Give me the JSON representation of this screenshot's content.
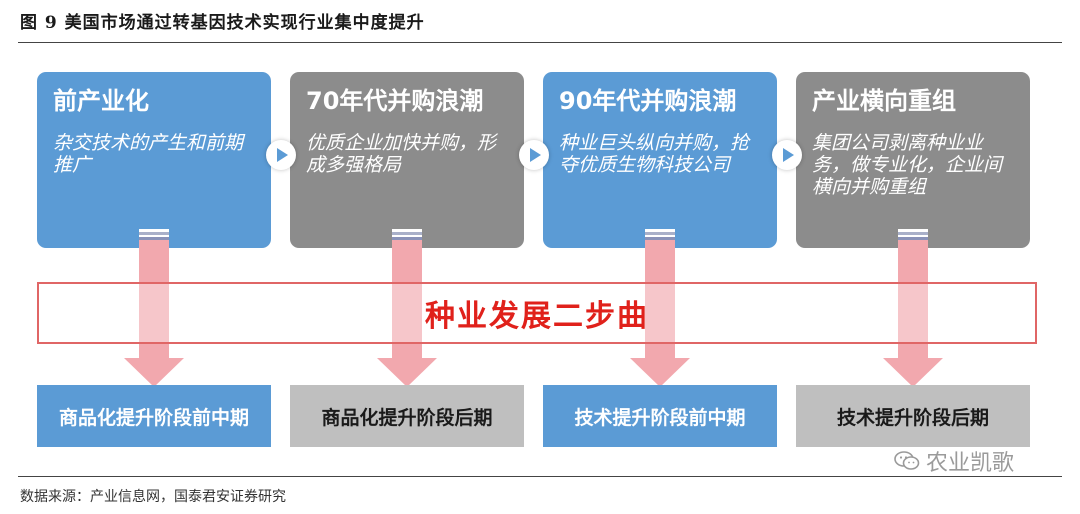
{
  "figure": {
    "title": "图 9 美国市场通过转基因技术实现行业集中度提升",
    "source": "数据来源：产业信息网，国泰君安证券研究"
  },
  "stages": [
    {
      "title": "前产业化",
      "desc": "杂交技术的产生和前期推广",
      "tone": "blue"
    },
    {
      "title": "70年代并购浪潮",
      "desc": "优质企业加快并购，形成多强格局",
      "tone": "gray"
    },
    {
      "title": "90年代并购浪潮",
      "desc": "种业巨头纵向并购，抢夺优质生物科技公司",
      "tone": "blue"
    },
    {
      "title": "产业横向重组",
      "desc": "集团公司剥离种业业务，做专业化，企业间横向并购重组",
      "tone": "gray"
    }
  ],
  "band": {
    "label": "种业发展二步曲"
  },
  "phases": [
    {
      "label": "商品化提升阶段前中期",
      "tone": "blue"
    },
    {
      "label": "商品化提升阶段后期",
      "tone": "gray"
    },
    {
      "label": "技术提升阶段前中期",
      "tone": "blue"
    },
    {
      "label": "技术提升阶段后期",
      "tone": "gray"
    }
  ],
  "watermark": {
    "text": "农业凯歌",
    "icon": "wechat-icon"
  },
  "colors": {
    "blue": "#5b9bd5",
    "gray": "#8c8c8c",
    "phase_gray": "#bfbfbf",
    "arrow_pink": "#f2a8ae",
    "band_border": "#e06666",
    "band_text": "#e0211b"
  }
}
